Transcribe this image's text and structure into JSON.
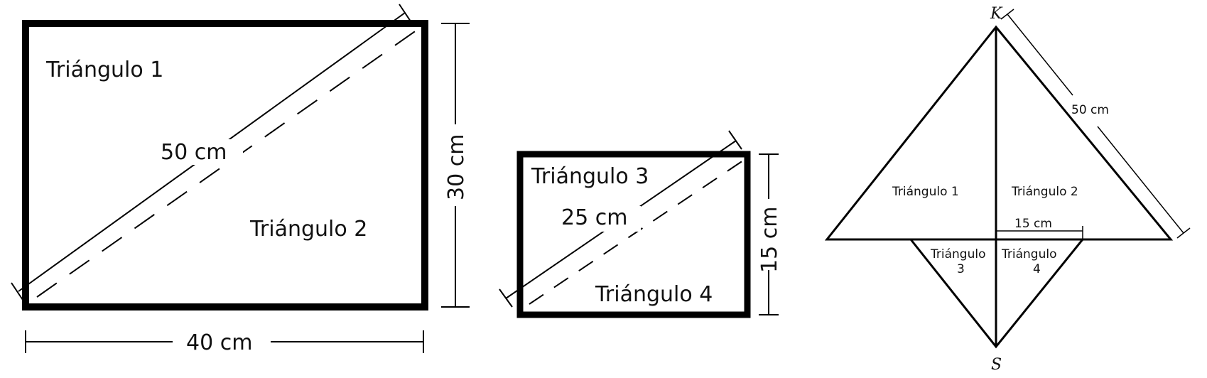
{
  "figure1": {
    "label_t1": "Triángulo 1",
    "label_t2": "Triángulo 2",
    "diagonal": "50 cm",
    "height": "30 cm",
    "width": "40 cm"
  },
  "figure2": {
    "label_t3": "Triángulo 3",
    "label_t4": "Triángulo 4",
    "diagonal": "25 cm",
    "height": "15 cm"
  },
  "figure3": {
    "vertex_top": "K",
    "vertex_bottom": "S",
    "side": "50 cm",
    "label_t1": "Triángulo 1",
    "label_t2": "Triángulo 2",
    "label_t3_line1": "Triángulo",
    "label_t3_line2": "3",
    "label_t4_line1": "Triángulo",
    "label_t4_line2": "4",
    "half_base": "15 cm"
  }
}
